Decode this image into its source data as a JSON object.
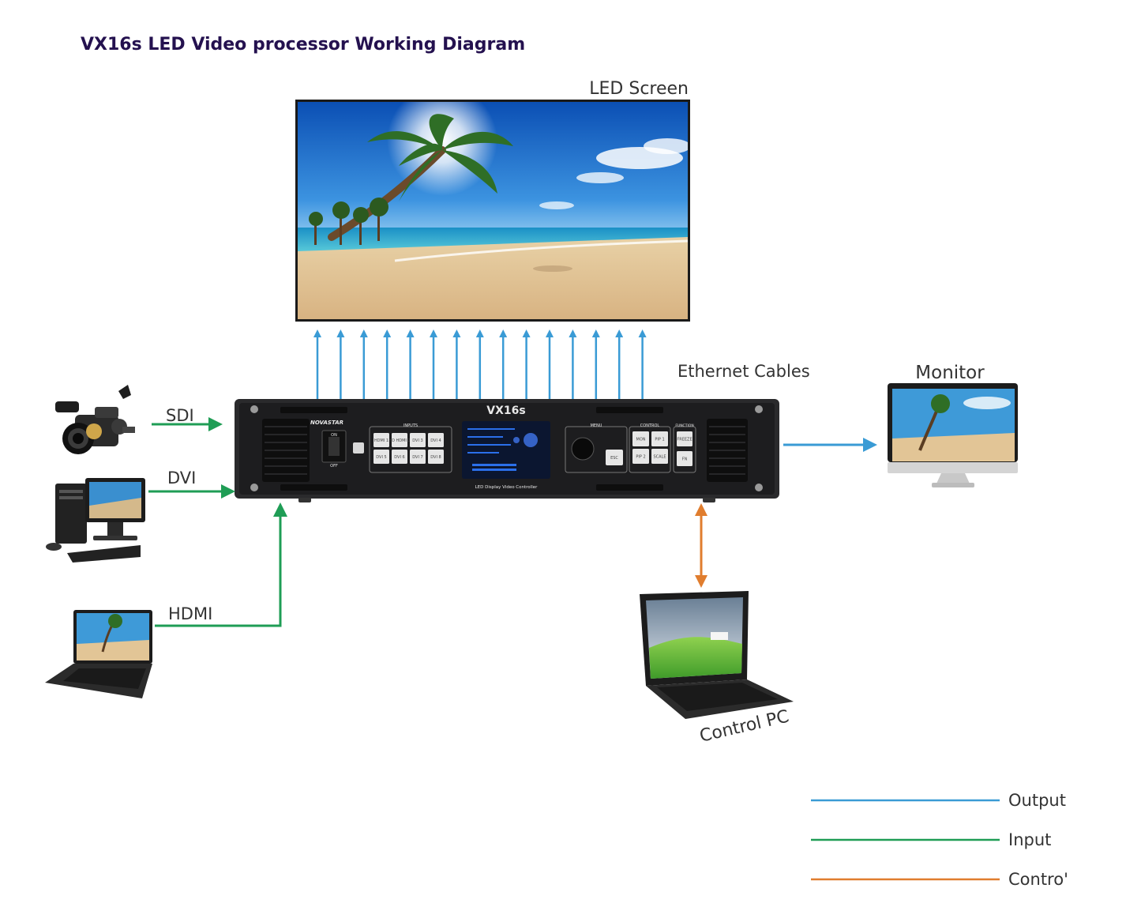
{
  "title": "VX16s LED Video processor Working Diagram",
  "nodes": {
    "led_screen": {
      "label": "LED Screen"
    },
    "ethernet": {
      "label": "Ethernet Cables",
      "connection_count": 15
    },
    "monitor": {
      "label": "Monitor"
    },
    "control_pc": {
      "label": "Control PC"
    },
    "sdi": {
      "label": "SDI"
    },
    "dvi": {
      "label": "DVI"
    },
    "hdmi": {
      "label": "HDMI"
    }
  },
  "device": {
    "model": "VX16s",
    "brand": "NOVASTAR",
    "caption": "LED Display Video Controller",
    "power_on": "ON",
    "power_off": "OFF",
    "inputs_label": "INPUTS",
    "input_buttons": [
      "HDMI 1",
      "HD HDMI 2",
      "DVI 3",
      "DVI 4",
      "DVI 5",
      "DVI 6",
      "DVI 7",
      "DVI 8"
    ],
    "menu_label": "MENU",
    "esc_label": "ESC",
    "control_label": "CONTROL",
    "control_buttons": [
      "MON",
      "PIP 1",
      "PIP 2",
      "SCALE"
    ],
    "function_label": "FUNCTION",
    "function_buttons": [
      "FREEZE",
      "FN"
    ]
  },
  "legend": [
    {
      "label": "Output",
      "color": "#3a9bd5"
    },
    {
      "label": "Input",
      "color": "#1f9d55"
    },
    {
      "label": "Contro'",
      "color": "#e07d2e"
    }
  ],
  "colors": {
    "output": "#3a9bd5",
    "input": "#1f9d55",
    "control": "#e07d2e",
    "title": "#24114f"
  }
}
